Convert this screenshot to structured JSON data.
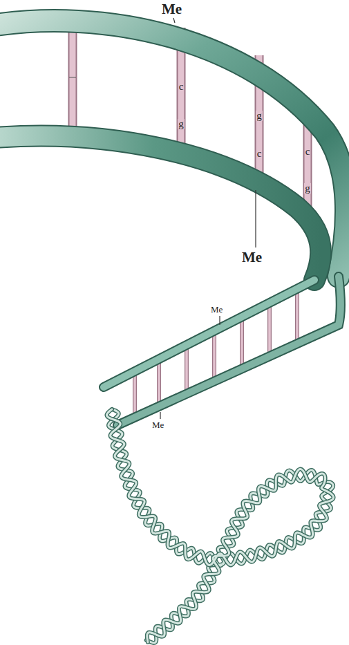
{
  "diagram": {
    "labels": [
      "Me",
      "c",
      "g",
      "g",
      "c",
      "c",
      "g",
      "Me",
      "Me",
      "Me"
    ]
  }
}
